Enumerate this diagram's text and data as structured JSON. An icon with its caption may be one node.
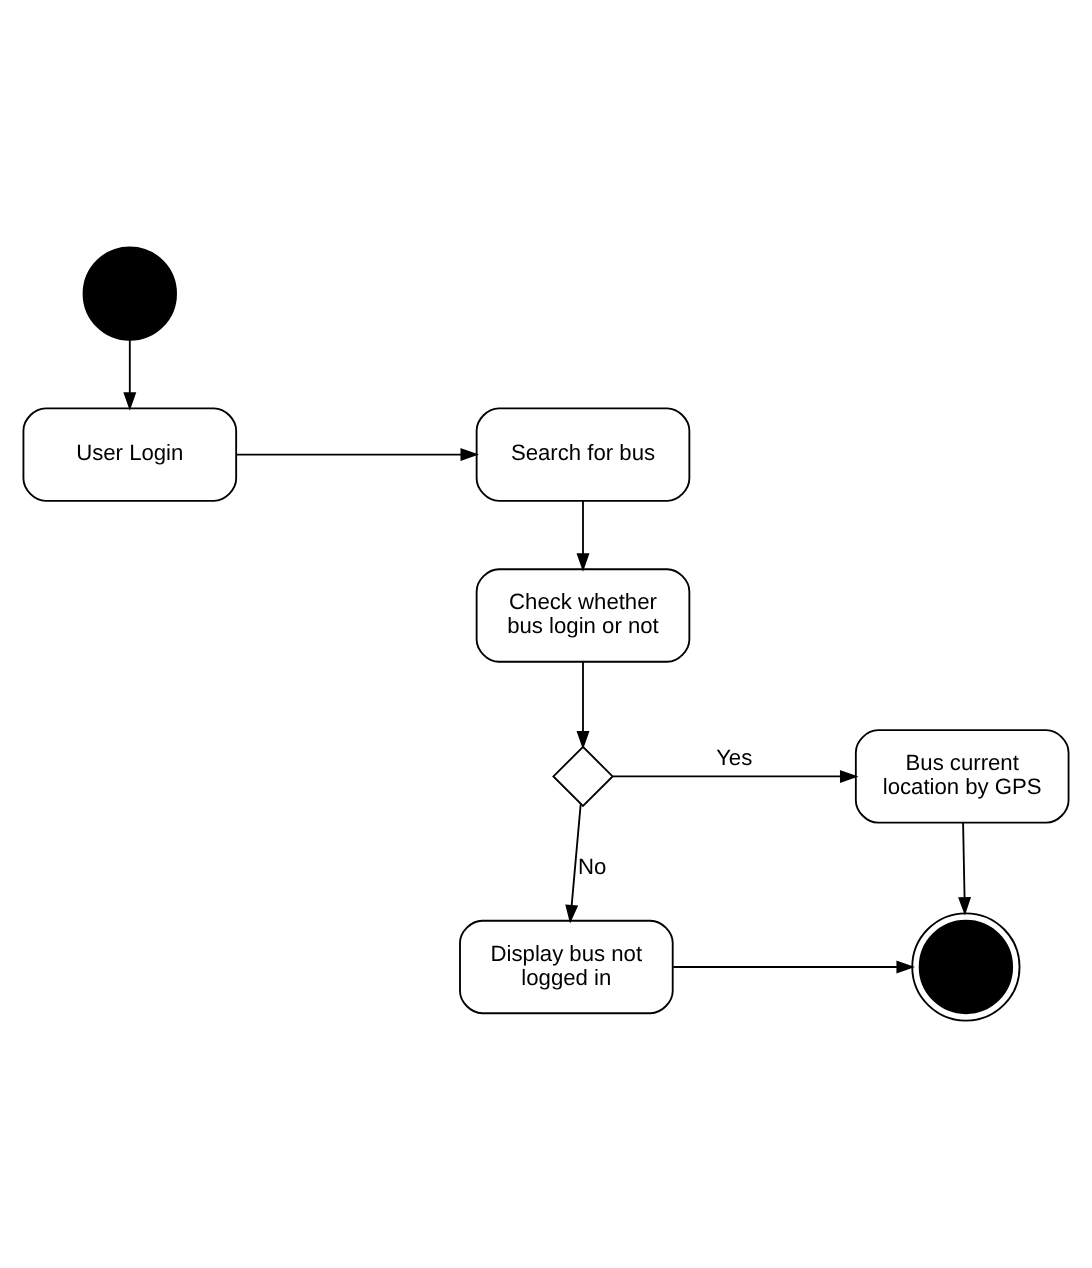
{
  "diagram": {
    "nodes": [
      {
        "text": [],
        "shape": "circle"
      },
      {
        "text": [
          "User Login"
        ]
      },
      {
        "text": [
          "Search for bus"
        ]
      },
      {
        "text": [
          "Check whether bus login or not"
        ]
      },
      {
        "text": [],
        "shape": "diamond"
      },
      {
        "text": [
          "Bus current location by GPS"
        ]
      },
      {
        "text": [
          "Display bus not logged in"
        ]
      },
      {
        "text": [],
        "shape": "circle"
      }
    ],
    "edges": [
      {
        "from": 0,
        "to": 1,
        "arrow": "to"
      },
      {
        "from": 1,
        "to": 2,
        "arrow": "to"
      },
      {
        "from": 2,
        "to": 3,
        "arrow": "to"
      },
      {
        "from": 3,
        "to": 4,
        "arrow": "to"
      },
      {
        "from": 4,
        "to": 5,
        "arrow": "to",
        "label": "Yes"
      },
      {
        "from": 4,
        "to": 6,
        "arrow": "to",
        "label": "No"
      },
      {
        "from": 5,
        "to": 7,
        "arrow": "to"
      },
      {
        "from": 6,
        "to": 7,
        "arrow": "to"
      }
    ]
  }
}
